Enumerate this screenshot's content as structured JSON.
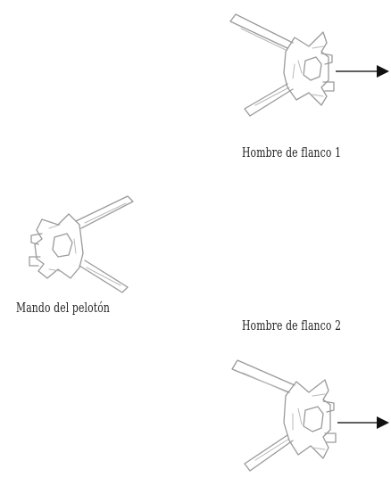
{
  "figures": [
    {
      "id": "flank-1",
      "label": "Hombre de flanco 1",
      "has_arrow": true,
      "arrow_direction": "right"
    },
    {
      "id": "leader",
      "label": "Mando del pelotón",
      "has_arrow": false,
      "arrow_direction": "none"
    },
    {
      "id": "flank-2",
      "label": "Hombre de flanco 2",
      "has_arrow": true,
      "arrow_direction": "right"
    }
  ],
  "colors": {
    "sketch": "#9a9a9a",
    "arrow": "#111111",
    "text": "#222222"
  }
}
